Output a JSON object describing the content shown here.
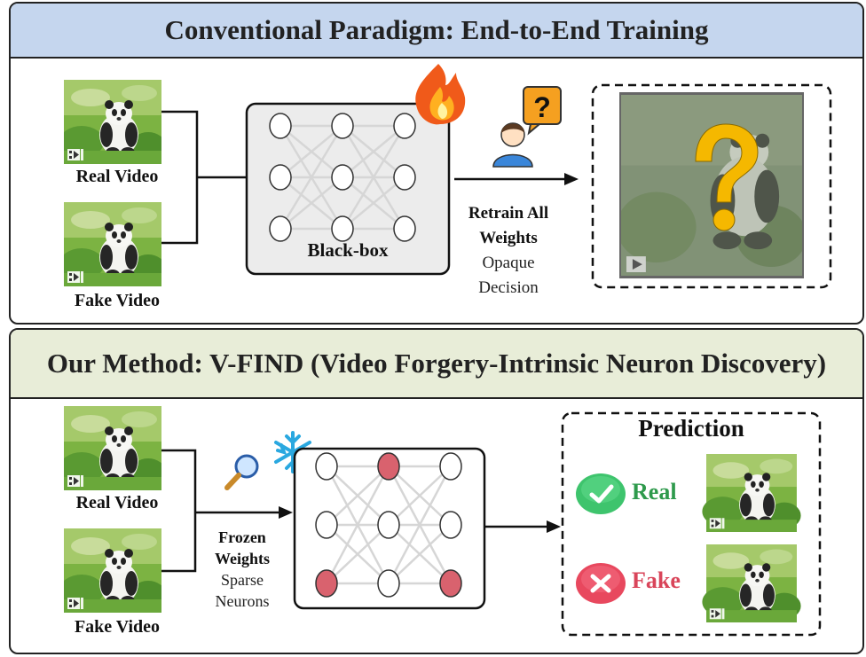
{
  "top": {
    "title": "Conventional Paradigm: End-to-End Training",
    "real_label": "Real Video",
    "fake_label": "Fake Video",
    "box_label": "Black-box",
    "retrain_line1": "Retrain All",
    "retrain_line2": "Weights",
    "opaque_line1": "Opaque",
    "opaque_line2": "Decision",
    "question_mark": "?"
  },
  "bottom": {
    "title": "Our Method: V-FIND (Video Forgery-Intrinsic Neuron Discovery)",
    "real_label": "Real Video",
    "fake_label": "Fake Video",
    "frozen_line1": "Frozen",
    "frozen_line2": "Weights",
    "sparse_line1": "Sparse",
    "sparse_line2": "Neurons",
    "prediction_title": "Prediction",
    "pred_real": "Real",
    "pred_fake": "Fake"
  },
  "colors": {
    "highlight_neuron": "#d9626e",
    "real_green": "#2e9a4c",
    "fake_red": "#d9455a",
    "question_yellow": "#f5b800"
  }
}
